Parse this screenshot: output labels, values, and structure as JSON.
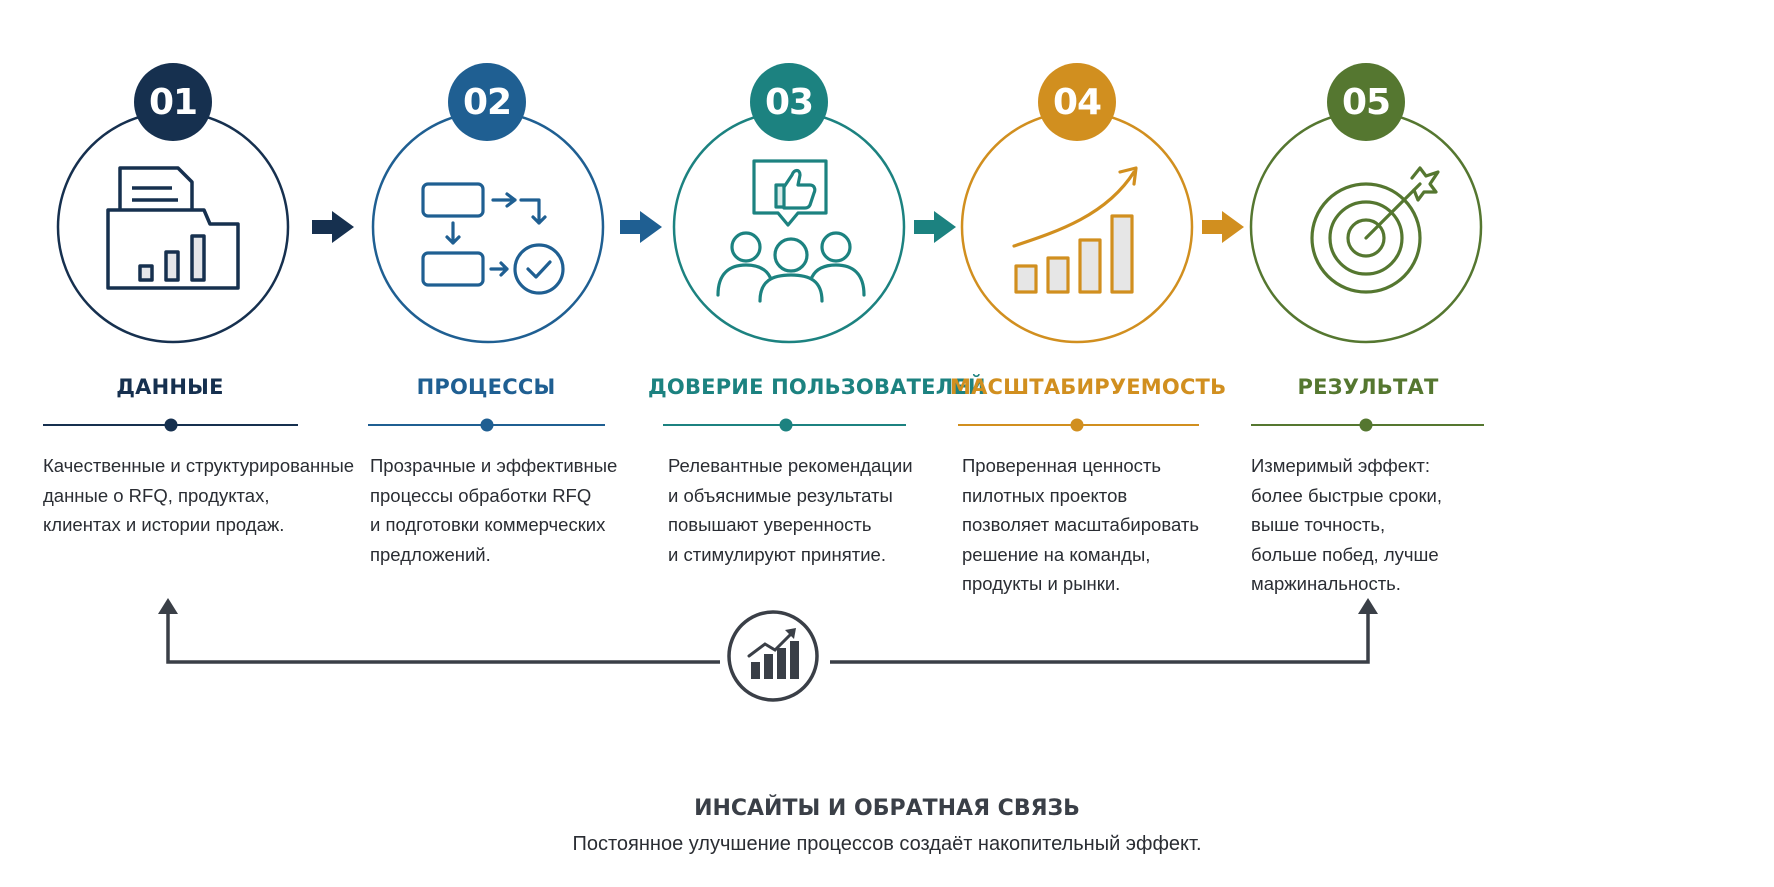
{
  "steps": [
    {
      "number": "01",
      "title": "ДАННЫЕ",
      "color": "#16304f",
      "icon": "folder-document-chart-icon",
      "description": "Качественные и структурированные\nданные о RFQ, продуктах,\nклиентах и истории продаж."
    },
    {
      "number": "02",
      "title": "ПРОЦЕССЫ",
      "color": "#1f5f92",
      "icon": "process-flow-icon",
      "description": "Прозрачные и эффективные\nпроцессы обработки RFQ\nи подготовки коммерческих\nпредложений."
    },
    {
      "number": "03",
      "title": "ДОВЕРИЕ ПОЛЬЗОВАТЕЛЕЙ",
      "color": "#1c8280",
      "icon": "users-thumbs-up-icon",
      "description": "Релевантные рекомендации\nи объяснимые результаты\nповышают уверенность\nи стимулируют принятие."
    },
    {
      "number": "04",
      "title": "МАСШТАБИРУЕМОСТЬ",
      "color": "#d18f1f",
      "icon": "growth-chart-icon",
      "description": "Проверенная ценность\nпилотных проектов\nпозволяет масштабировать\nрешение на команды,\nпродукты и рынки."
    },
    {
      "number": "05",
      "title": "РЕЗУЛЬТАТ",
      "color": "#557730",
      "icon": "target-arrow-icon",
      "description": "Измеримый эффект:\nболее быстрые сроки,\nвыше точность,\nбольше побед, лучше\nмаржинальность."
    }
  ],
  "feedback": {
    "icon": "insights-chart-icon",
    "title": "ИНСАЙТЫ И ОБРАТНАЯ СВЯЗЬ",
    "subtitle": "Постоянное улучшение процессов создаёт накопительный эффект.",
    "color": "#3a3f47"
  }
}
